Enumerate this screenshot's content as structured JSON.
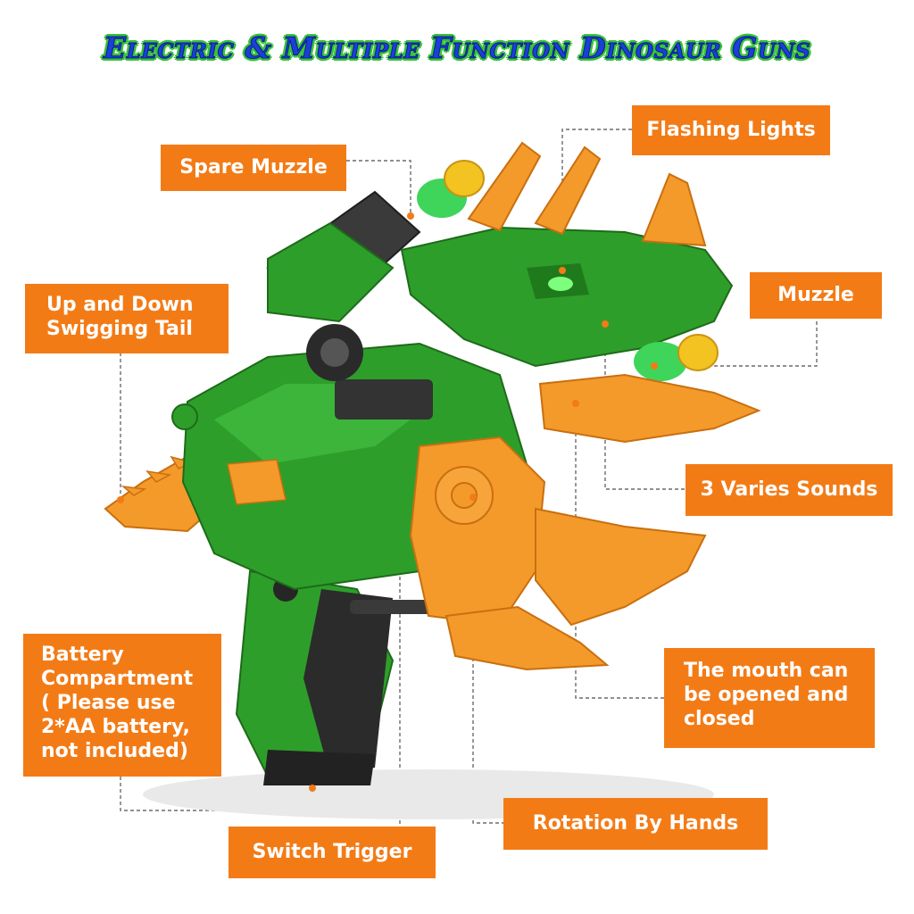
{
  "title": "Electric & Multiple Function Dinosaur Guns",
  "labels": {
    "spare_muzzle": "Spare Muzzle",
    "flashing_lights": "Flashing Lights",
    "tail": "Up and Down\nSwigging Tail",
    "muzzle": "Muzzle",
    "sounds": "3 Varies Sounds",
    "battery": "Battery\nCompartment\n( Please use\n2*AA battery,\nnot included)",
    "mouth": "The mouth can\nbe opened and\nclosed",
    "rotation": "Rotation By Hands",
    "trigger": "Switch Trigger"
  },
  "colors": {
    "label_bg": "#f37b16",
    "body_green": "#2e9e2a",
    "accent_orange": "#f39a2a",
    "title_blue": "#1b3fd8",
    "title_outline": "#39c23a"
  }
}
